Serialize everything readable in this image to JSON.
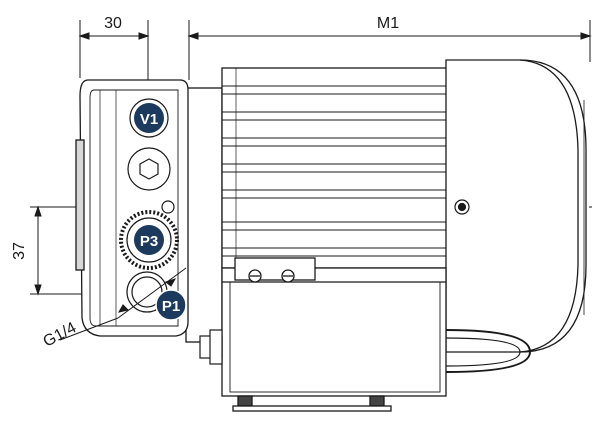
{
  "dimensions": {
    "top_left": "30",
    "top_right": "M1",
    "vertical": "37",
    "thread": "G1/4"
  },
  "ports": {
    "v1": "V1",
    "p3": "P3",
    "p1": "P1"
  },
  "colors": {
    "line": "#1a1a1a",
    "badge": "#1c3a5e",
    "fill_light": "#ffffff",
    "fill_dark": "#222222"
  }
}
